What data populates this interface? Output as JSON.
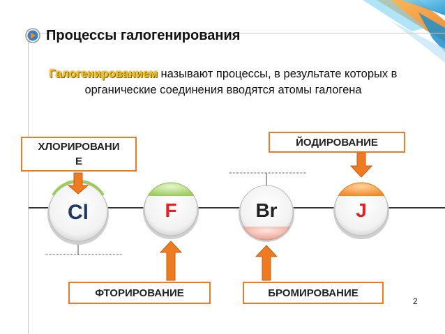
{
  "slide": {
    "title": "Процессы галогенирования",
    "intro_highlight": "Галогенированием",
    "intro_rest": " называют процессы, в результате которых в органические соединения вводятся атомы галогена",
    "page_number": "2"
  },
  "elements": [
    {
      "symbol": "Cl",
      "color": "#1f3864"
    },
    {
      "symbol": "F",
      "color": "#e8201e"
    },
    {
      "symbol": "Br",
      "color": "#222222"
    },
    {
      "symbol": "J",
      "color": "#e8201e"
    }
  ],
  "processes": {
    "chlorination": "ХЛОРИРОВАНИ Е",
    "iodination": "ЙОДИРОВАНИЕ",
    "fluorination": "ФТОРИРОВАНИЕ",
    "bromination": "БРОМИРОВАНИЕ"
  },
  "colors": {
    "accent_orange": "#ee7b22",
    "highlight_yellow": "#f7c21b",
    "decor_blue": "#2e9fd8"
  },
  "icons": {
    "title_bullet": "arrow-right-circle-icon",
    "process_arrow": "arrow-icon"
  }
}
